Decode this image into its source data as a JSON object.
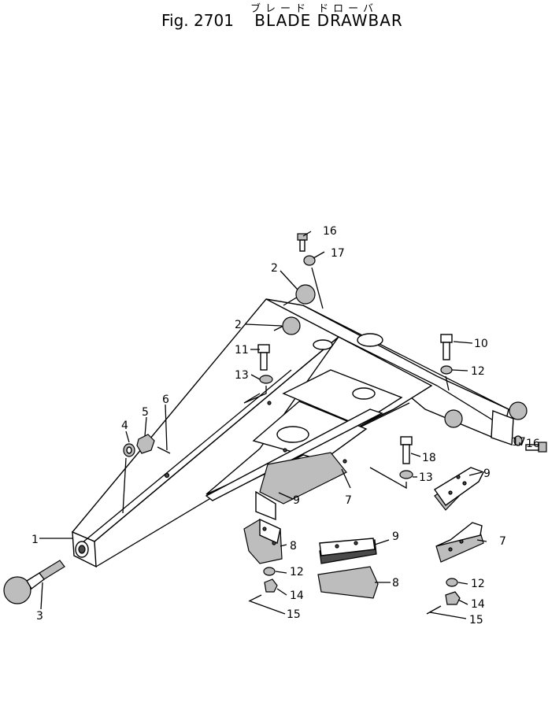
{
  "header": {
    "title_jp": "ブレード ドローバ",
    "figure_number": "Fig. 2701",
    "figure_name": "BLADE DRAWBAR"
  },
  "callouts": [
    "1",
    "2",
    "2",
    "3",
    "4",
    "5",
    "6",
    "7",
    "7",
    "8",
    "8",
    "9",
    "9",
    "9",
    "10",
    "11",
    "12",
    "12",
    "12",
    "13",
    "13",
    "14",
    "14",
    "15",
    "15",
    "16",
    "16",
    "17",
    "17",
    "18"
  ]
}
